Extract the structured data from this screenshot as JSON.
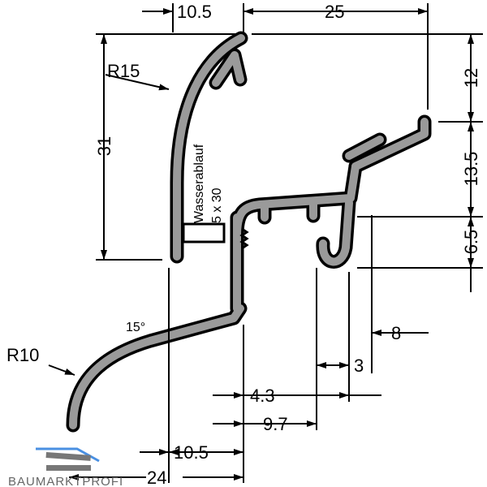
{
  "drawing": {
    "dimensions": {
      "top_left": "10.5",
      "top_right": "25",
      "right_top": "12",
      "right_middle": "13.5",
      "right_bottom": "6.5",
      "left_height": "31",
      "radius_top": "R15",
      "radius_bottom": "R10",
      "angle": "15°",
      "dim_8": "8",
      "dim_3": "3",
      "dim_4_3": "4.3",
      "dim_9_7": "9.7",
      "bottom_10_5": "10.5",
      "bottom_24": "24"
    },
    "labels": {
      "drainage": "Wasserablauf",
      "drainage_size": "5 x 30"
    },
    "colors": {
      "profile_fill": "#9a9a9a",
      "outline": "#000000",
      "logo_blue": "#4a90e2"
    }
  },
  "logo": {
    "text": "BAUMARKTPROFI"
  }
}
